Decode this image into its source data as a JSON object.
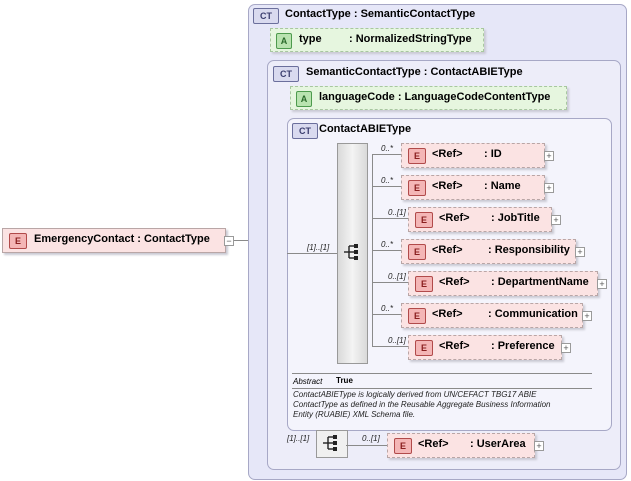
{
  "root": {
    "badge": "E",
    "label": "EmergencyContact : ContactType"
  },
  "outer": {
    "badge": "CT",
    "title": "ContactType : SemanticContactType"
  },
  "attr_type": {
    "badge": "A",
    "name": "type",
    "type": ": NormalizedStringType"
  },
  "mid": {
    "badge": "CT",
    "title": "SemanticContactType : ContactABIEType"
  },
  "attr_lang": {
    "badge": "A",
    "label": "languageCode : LanguageCodeContentType"
  },
  "inner": {
    "badge": "CT",
    "title": "ContactABIEType"
  },
  "seq_occ": "[1]..[1]",
  "elements": [
    {
      "occ": "0..*",
      "ref": "<Ref>",
      "name": ": ID"
    },
    {
      "occ": "0..*",
      "ref": "<Ref>",
      "name": ": Name"
    },
    {
      "occ": "0..[1]",
      "ref": "<Ref>",
      "name": ": JobTitle"
    },
    {
      "occ": "0..*",
      "ref": "<Ref>",
      "name": ": Responsibility"
    },
    {
      "occ": "0..[1]",
      "ref": "<Ref>",
      "name": ": DepartmentName"
    },
    {
      "occ": "0..*",
      "ref": "<Ref>",
      "name": ": Communication"
    },
    {
      "occ": "0..[1]",
      "ref": "<Ref>",
      "name": ": Preference"
    }
  ],
  "abstract": {
    "label": "Abstract",
    "value": "True"
  },
  "doc": [
    "ContactABIEType is logically derived from UN/CEFACT TBG17 ABIE",
    "ContactType as defined in the Reusable Aggregate Business Information",
    "Entity (RUABIE) XML Schema file."
  ],
  "seq2_occ": "[1]..[1]",
  "userarea": {
    "occ": "0..[1]",
    "ref": "<Ref>",
    "name": ": UserArea"
  },
  "badge_e": "E"
}
